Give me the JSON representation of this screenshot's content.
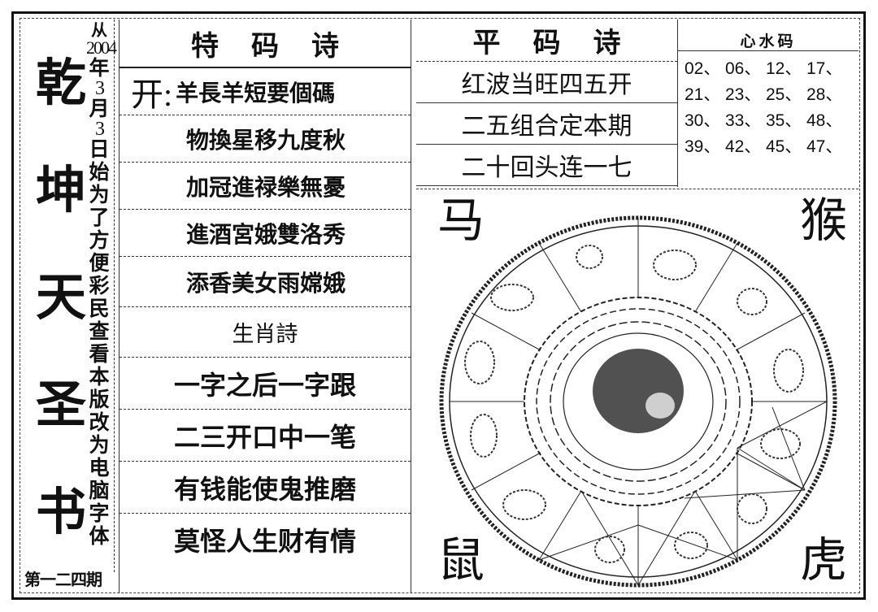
{
  "left_column": {
    "title_chars": [
      "乾",
      "坤",
      "天",
      "圣",
      "书"
    ],
    "vertical_note": {
      "prefix": "从",
      "year": "2004",
      "year_unit": "年",
      "month": "3",
      "month_unit": "月",
      "day": "3",
      "rest": [
        "日",
        "始",
        "为",
        "了",
        "方",
        "便",
        "彩",
        "民",
        "查",
        "看",
        "本",
        "版",
        "改",
        "为",
        "电",
        "脑",
        "字",
        "体"
      ]
    },
    "issue": "第一二四期"
  },
  "special_poem": {
    "header": "特码诗",
    "kai_label": "开:",
    "lines": [
      "羊長羊短要個碼",
      "物換星移九度秋",
      "加冠進禄樂無憂",
      "進酒宮娥雙洛秀",
      "添香美女雨嫦娥"
    ],
    "zodiac_header": "生肖詩",
    "zodiac_lines": [
      "一字之后一字跟",
      "二三开口中一笔",
      "有钱能使鬼推磨",
      "莫怪人生财有情"
    ]
  },
  "ping_poem": {
    "header": "平码诗",
    "lines": [
      "红波当旺四五开",
      "二五组合定本期",
      "二十回头连一七"
    ]
  },
  "xinshui": {
    "header": "心水码",
    "numbers": [
      "02、",
      "06、",
      "12、",
      "17、",
      "21、",
      "23、",
      "25、",
      "28、",
      "30、",
      "33、",
      "35、",
      "48、",
      "39、",
      "42、",
      "45、",
      "47、"
    ]
  },
  "wheel": {
    "corners": {
      "top_left": "马",
      "top_right": "猴",
      "bottom_left": "鼠",
      "bottom_right": "虎"
    }
  }
}
